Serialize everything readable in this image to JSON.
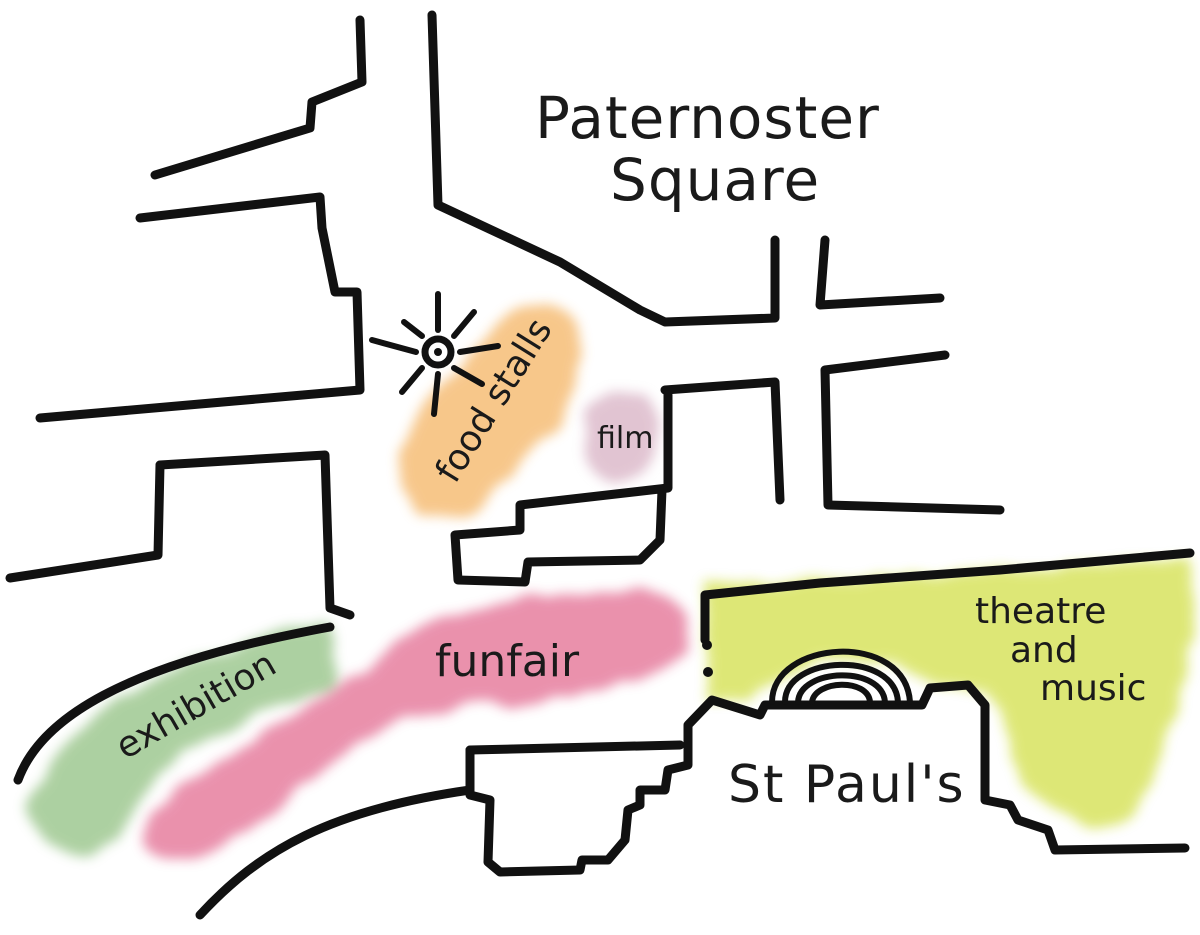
{
  "map": {
    "title_line1": "Paternoster",
    "title_line2": "Square",
    "landmark": "St Paul's",
    "zones": {
      "food_stalls": {
        "label": "food stalls",
        "color": "#f2a23c"
      },
      "film": {
        "label": "film",
        "color": "#c48aa6"
      },
      "funfair": {
        "label": "funfair",
        "color": "#d9386a"
      },
      "exhibition": {
        "label": "exhibition",
        "color": "#6aaa55"
      },
      "theatre_music": {
        "label_line1": "theatre",
        "label_line2": "and",
        "label_line3": "music",
        "color": "#c8d81f"
      }
    },
    "icons": {
      "monument": "sun-column-icon"
    },
    "ink_color": "#111111"
  }
}
